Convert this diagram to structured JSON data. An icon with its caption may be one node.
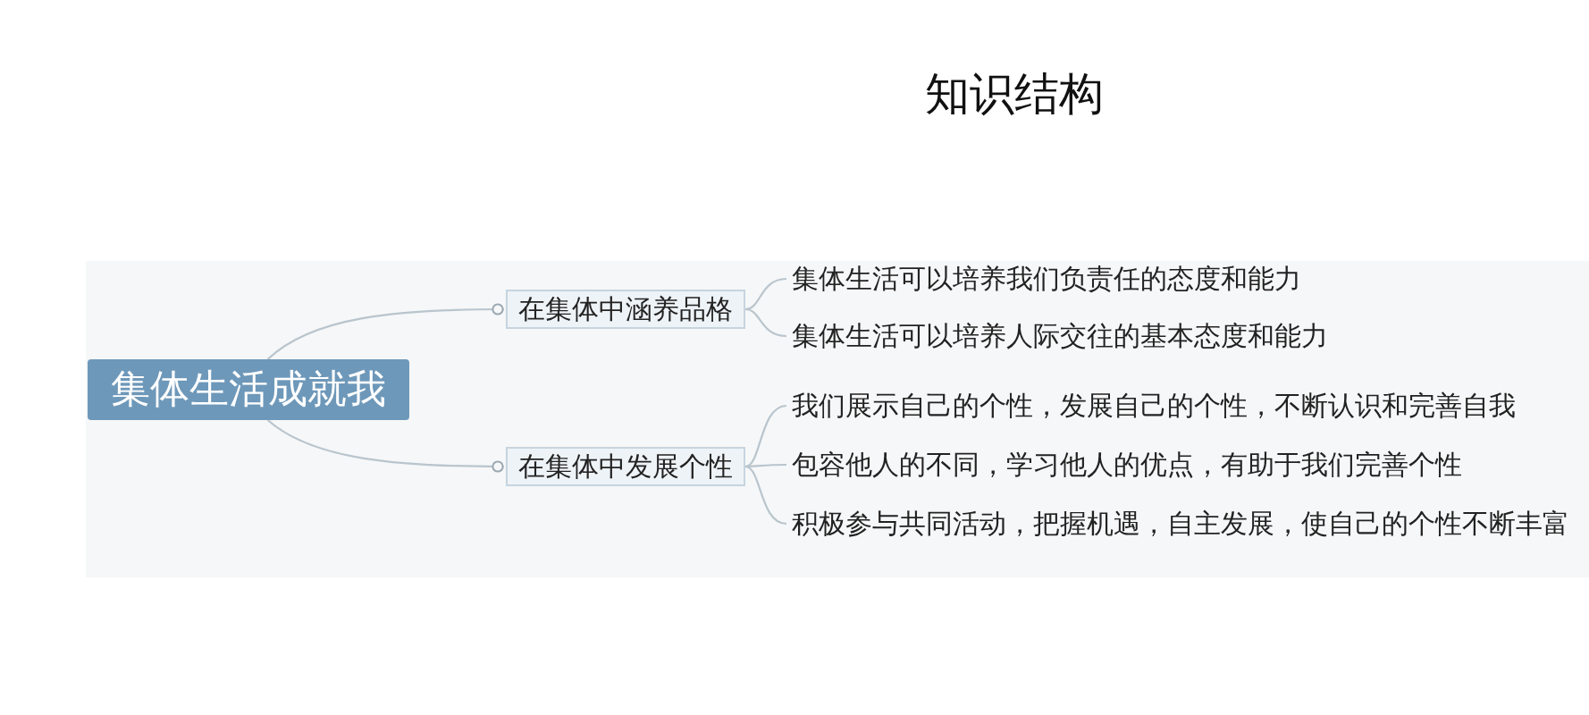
{
  "diagram": {
    "title": "知识结构",
    "nodes": [
      {
        "text": [
          "集体生活成就我"
        ]
      },
      {
        "text": [
          "在集体中涵养品格"
        ]
      },
      {
        "text": [
          "集体生活可以培养我们负责任的态度和能力"
        ]
      },
      {
        "text": [
          "集体生活可以培养人际交往的基本态度和能力"
        ]
      },
      {
        "text": [
          "在集体中发展个性"
        ]
      },
      {
        "text": [
          "我们展示自己的个性，发展自己的个性，不断认识和完善自我"
        ]
      },
      {
        "text": [
          "包容他人的不同，学习他人的优点，有助于我们完善个性"
        ]
      },
      {
        "text": [
          "积极参与共同活动，把握机遇，自主发展，使自己的个性不断丰富"
        ]
      }
    ],
    "edges": [
      {
        "from": 0,
        "to": 1,
        "arrow": "other"
      },
      {
        "from": 0,
        "to": 4,
        "arrow": "other"
      },
      {
        "from": 1,
        "to": 2,
        "arrow": "none"
      },
      {
        "from": 1,
        "to": 3,
        "arrow": "none"
      },
      {
        "from": 4,
        "to": 5,
        "arrow": "none"
      },
      {
        "from": 4,
        "to": 6,
        "arrow": "none"
      },
      {
        "from": 4,
        "to": 7,
        "arrow": "none"
      }
    ]
  }
}
